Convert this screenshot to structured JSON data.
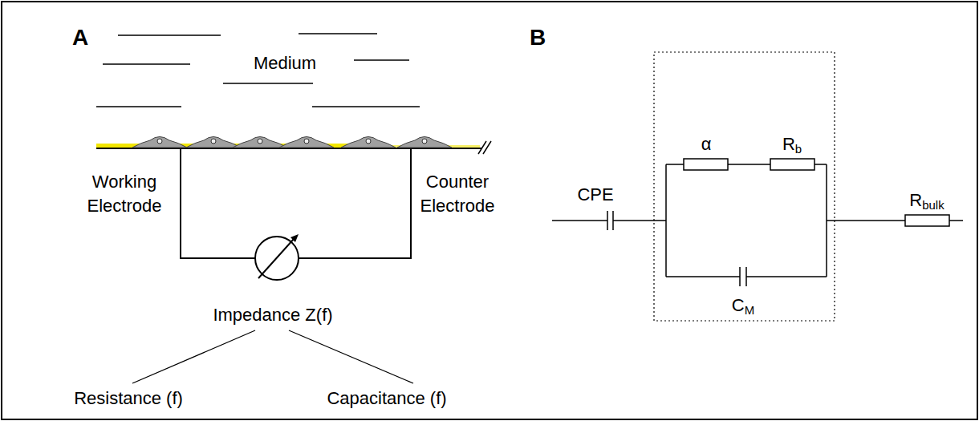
{
  "diagram": {
    "labels": [
      "A",
      "Medium",
      "Working Electrode",
      "Counter Electrode",
      "Impedance Z(f)",
      "Resistance (f)",
      "Capacitance (f)",
      "B",
      "CPE",
      "α",
      "Rb",
      "CM",
      "Rbulk"
    ]
  }
}
